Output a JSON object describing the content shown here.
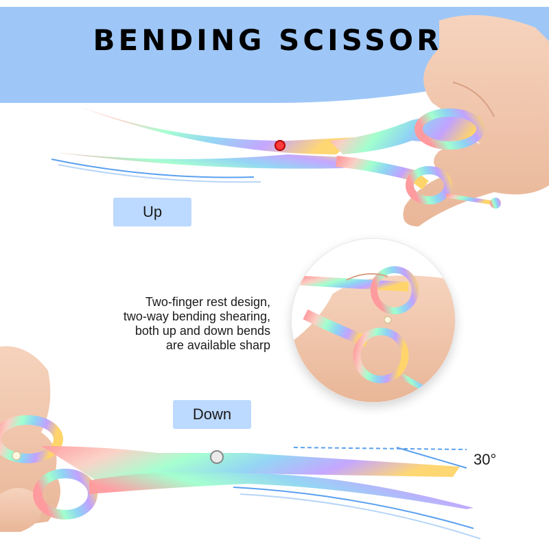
{
  "banner": {
    "title": "BENDING SCISSOR",
    "color": "#9ec7f7"
  },
  "labels": {
    "up": "Up",
    "down": "Down",
    "angle": "30°"
  },
  "description": {
    "lines": [
      "Two-finger rest design,",
      "two-way bending shearing,",
      "both up and down bends",
      "are available sharp"
    ]
  },
  "colors": {
    "pill": "#bcd9ff",
    "accent_lines": "#5aa0ef",
    "skin": "#f2c7ad",
    "rainbow": [
      "#ff9a9e",
      "#fad0c4",
      "#a1ffce",
      "#8fd3f4",
      "#c2a2ff",
      "#ffd56b"
    ]
  },
  "icons": {
    "scissor_up": "scissor-up-illustration",
    "scissor_down": "scissor-down-illustration",
    "finger_rest_closeup": "finger-rest-closeup-photo",
    "hand_top": "hand-holding-icon",
    "hand_bottom": "hand-holding-icon"
  }
}
